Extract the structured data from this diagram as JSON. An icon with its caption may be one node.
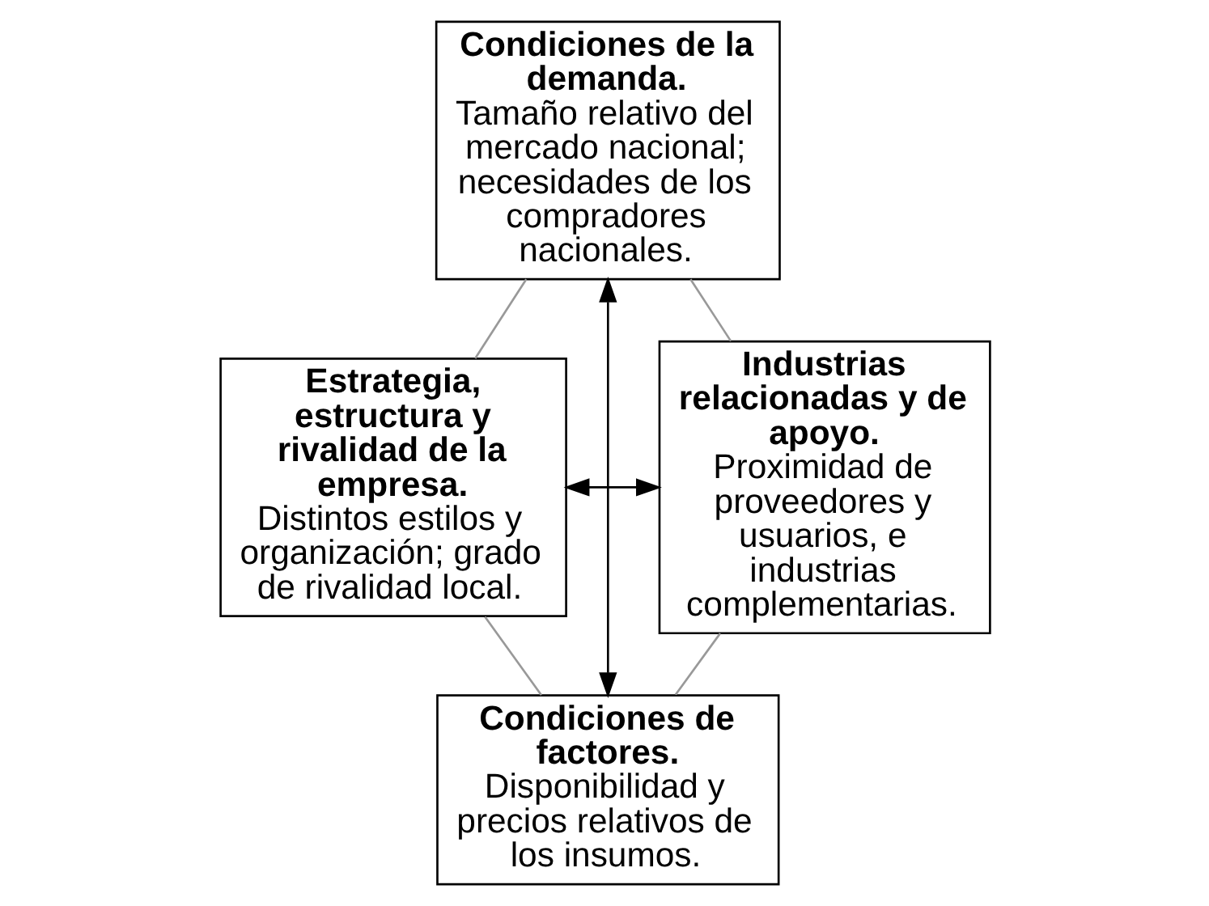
{
  "diagram": {
    "nodes": [
      {
        "text": [
          "Condiciones de la demanda.",
          "Tamaño relativo del mercado nacional; necesidades de los compradores nacionales."
        ]
      },
      {
        "text": [
          "Estrategia, estructura y rivalidad de la empresa.",
          "Distintos estilos y organización; grado de rivalidad local."
        ]
      },
      {
        "text": [
          "Industrias relacionadas y de apoyo.",
          "Proximidad de proveedores y usuarios, e industrias complementarias."
        ]
      },
      {
        "text": [
          "Condiciones de factores.",
          "Disponibilidad y precios relativos de los insumos."
        ]
      }
    ],
    "edges": [
      {
        "from": 0,
        "to": 1,
        "arrow": "none",
        "color": "#999999"
      },
      {
        "from": 0,
        "to": 2,
        "arrow": "none",
        "color": "#999999"
      },
      {
        "from": 1,
        "to": 3,
        "arrow": "none",
        "color": "#999999"
      },
      {
        "from": 2,
        "to": 3,
        "arrow": "none",
        "color": "#999999"
      },
      {
        "from": 0,
        "to": 3,
        "arrow": "both",
        "color": "#000000"
      },
      {
        "from": 1,
        "to": 2,
        "arrow": "both",
        "color": "#000000"
      }
    ]
  }
}
